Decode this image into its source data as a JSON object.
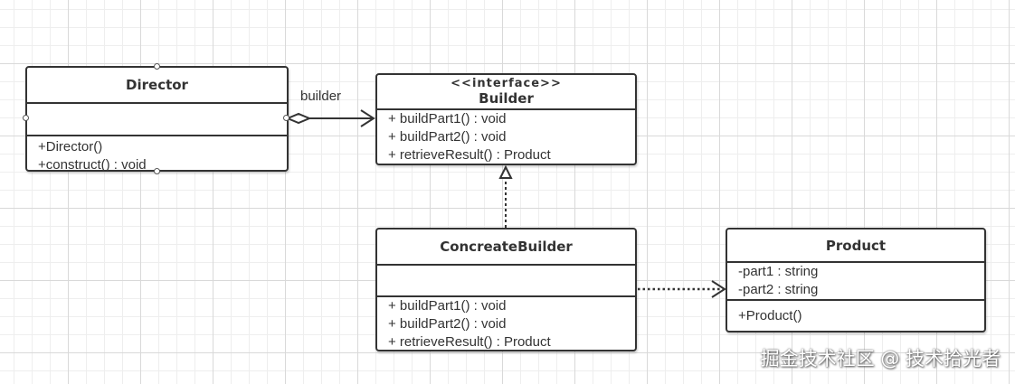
{
  "classes": {
    "director": {
      "name": "Director",
      "attributes": [],
      "methods": [
        "+Director()",
        "+construct() : void"
      ]
    },
    "builder": {
      "stereotype": "<<interface>>",
      "name": "Builder",
      "methods": [
        "+ buildPart1() : void",
        "+ buildPart2() : void",
        "+ retrieveResult() : Product"
      ]
    },
    "concrete_builder": {
      "name": "ConcreateBuilder",
      "attributes": [],
      "methods": [
        "+ buildPart1() : void",
        "+ buildPart2() : void",
        "+ retrieveResult() : Product"
      ]
    },
    "product": {
      "name": "Product",
      "attributes": [
        "-part1 : string",
        "-part2 : string"
      ],
      "methods": [
        "+Product()"
      ]
    }
  },
  "relations": {
    "aggregation_label": "builder"
  },
  "watermark": "掘金技术社区 @ 技术拾光者",
  "colors": {
    "stroke": "#333333",
    "background": "#ffffff"
  }
}
